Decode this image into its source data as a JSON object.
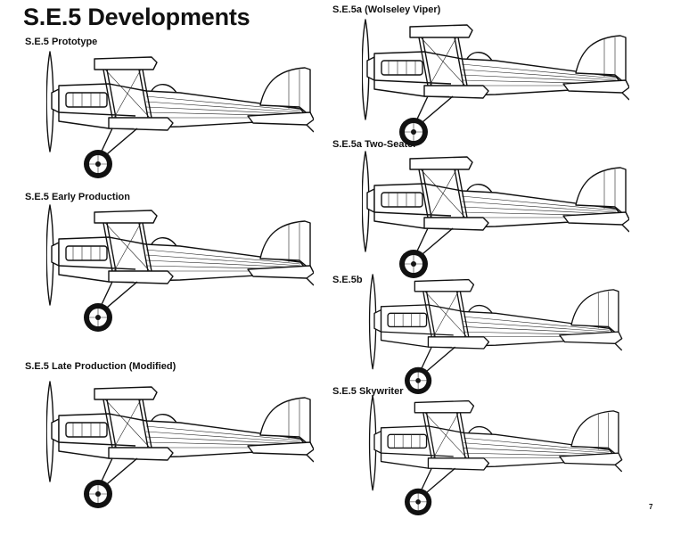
{
  "page": {
    "title": "S.E.5 Developments",
    "page_number": "7"
  },
  "variants": [
    {
      "caption": "S.E.5 Prototype"
    },
    {
      "caption": "S.E.5 Early Production"
    },
    {
      "caption": "S.E.5 Late Production (Modified)"
    },
    {
      "caption": "S.E.5a (Wolseley Viper)"
    },
    {
      "caption": "S.E.5a Two-Seater"
    },
    {
      "caption": "S.E.5b"
    },
    {
      "caption": "S.E.5 Skywriter"
    }
  ]
}
